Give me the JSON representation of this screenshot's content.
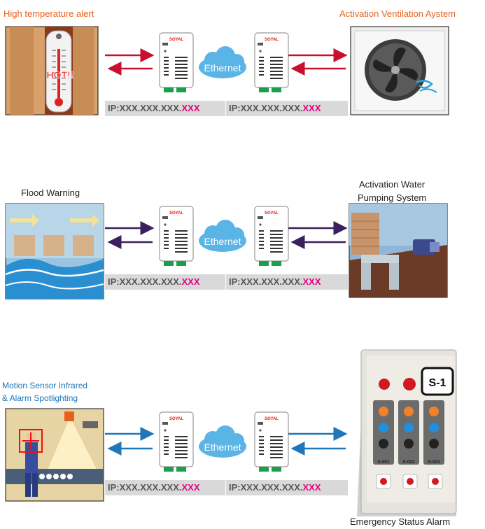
{
  "rows": [
    {
      "left_title": "High temperature alert",
      "left_badge": "HOT!!",
      "cloud_label": "Ethernet",
      "ip_left": {
        "prefix": "IP:XXX.XXX.XXX.",
        "suffix": "XXX"
      },
      "ip_right": {
        "prefix": "IP:XXX.XXX.XXX.",
        "suffix": "XXX"
      },
      "right_title": "Activation Ventilation Aystem",
      "device_brand": "SOYAL"
    },
    {
      "left_title": "Flood Warning",
      "cloud_label": "Ethernet",
      "ip_left": {
        "prefix": "IP:XXX.XXX.XXX.",
        "suffix": "XXX"
      },
      "ip_right": {
        "prefix": "IP:XXX.XXX.XXX.",
        "suffix": "XXX"
      },
      "right_title_line1": "Activation Water",
      "right_title_line2": "Pumping System",
      "device_brand": "SOYAL"
    },
    {
      "left_title_line1": "Motion Sensor Infrared",
      "left_title_line2": "& Alarm Spotlighting",
      "cloud_label": "Ethernet",
      "ip_left": {
        "prefix": "IP:XXX.XXX.XXX.",
        "suffix": "XXX"
      },
      "ip_right": {
        "prefix": "IP:XXX.XXX.XXX.",
        "suffix": "XXX"
      },
      "right_title": "Emergency Status Alarm",
      "device_brand": "SOYAL",
      "panel": {
        "badge": "S-1",
        "switches": [
          "S-001",
          "S-002",
          "S-003"
        ]
      }
    }
  ],
  "colors": {
    "row1_arrows": "#c8102e",
    "row2_arrows": "#3b1f5e",
    "row3_arrows": "#1f76b8",
    "title_orange": "#e8601c",
    "title_blue": "#1f76b8",
    "ip_suffix": "#e5007e",
    "cloud": "#5ab4e5"
  }
}
